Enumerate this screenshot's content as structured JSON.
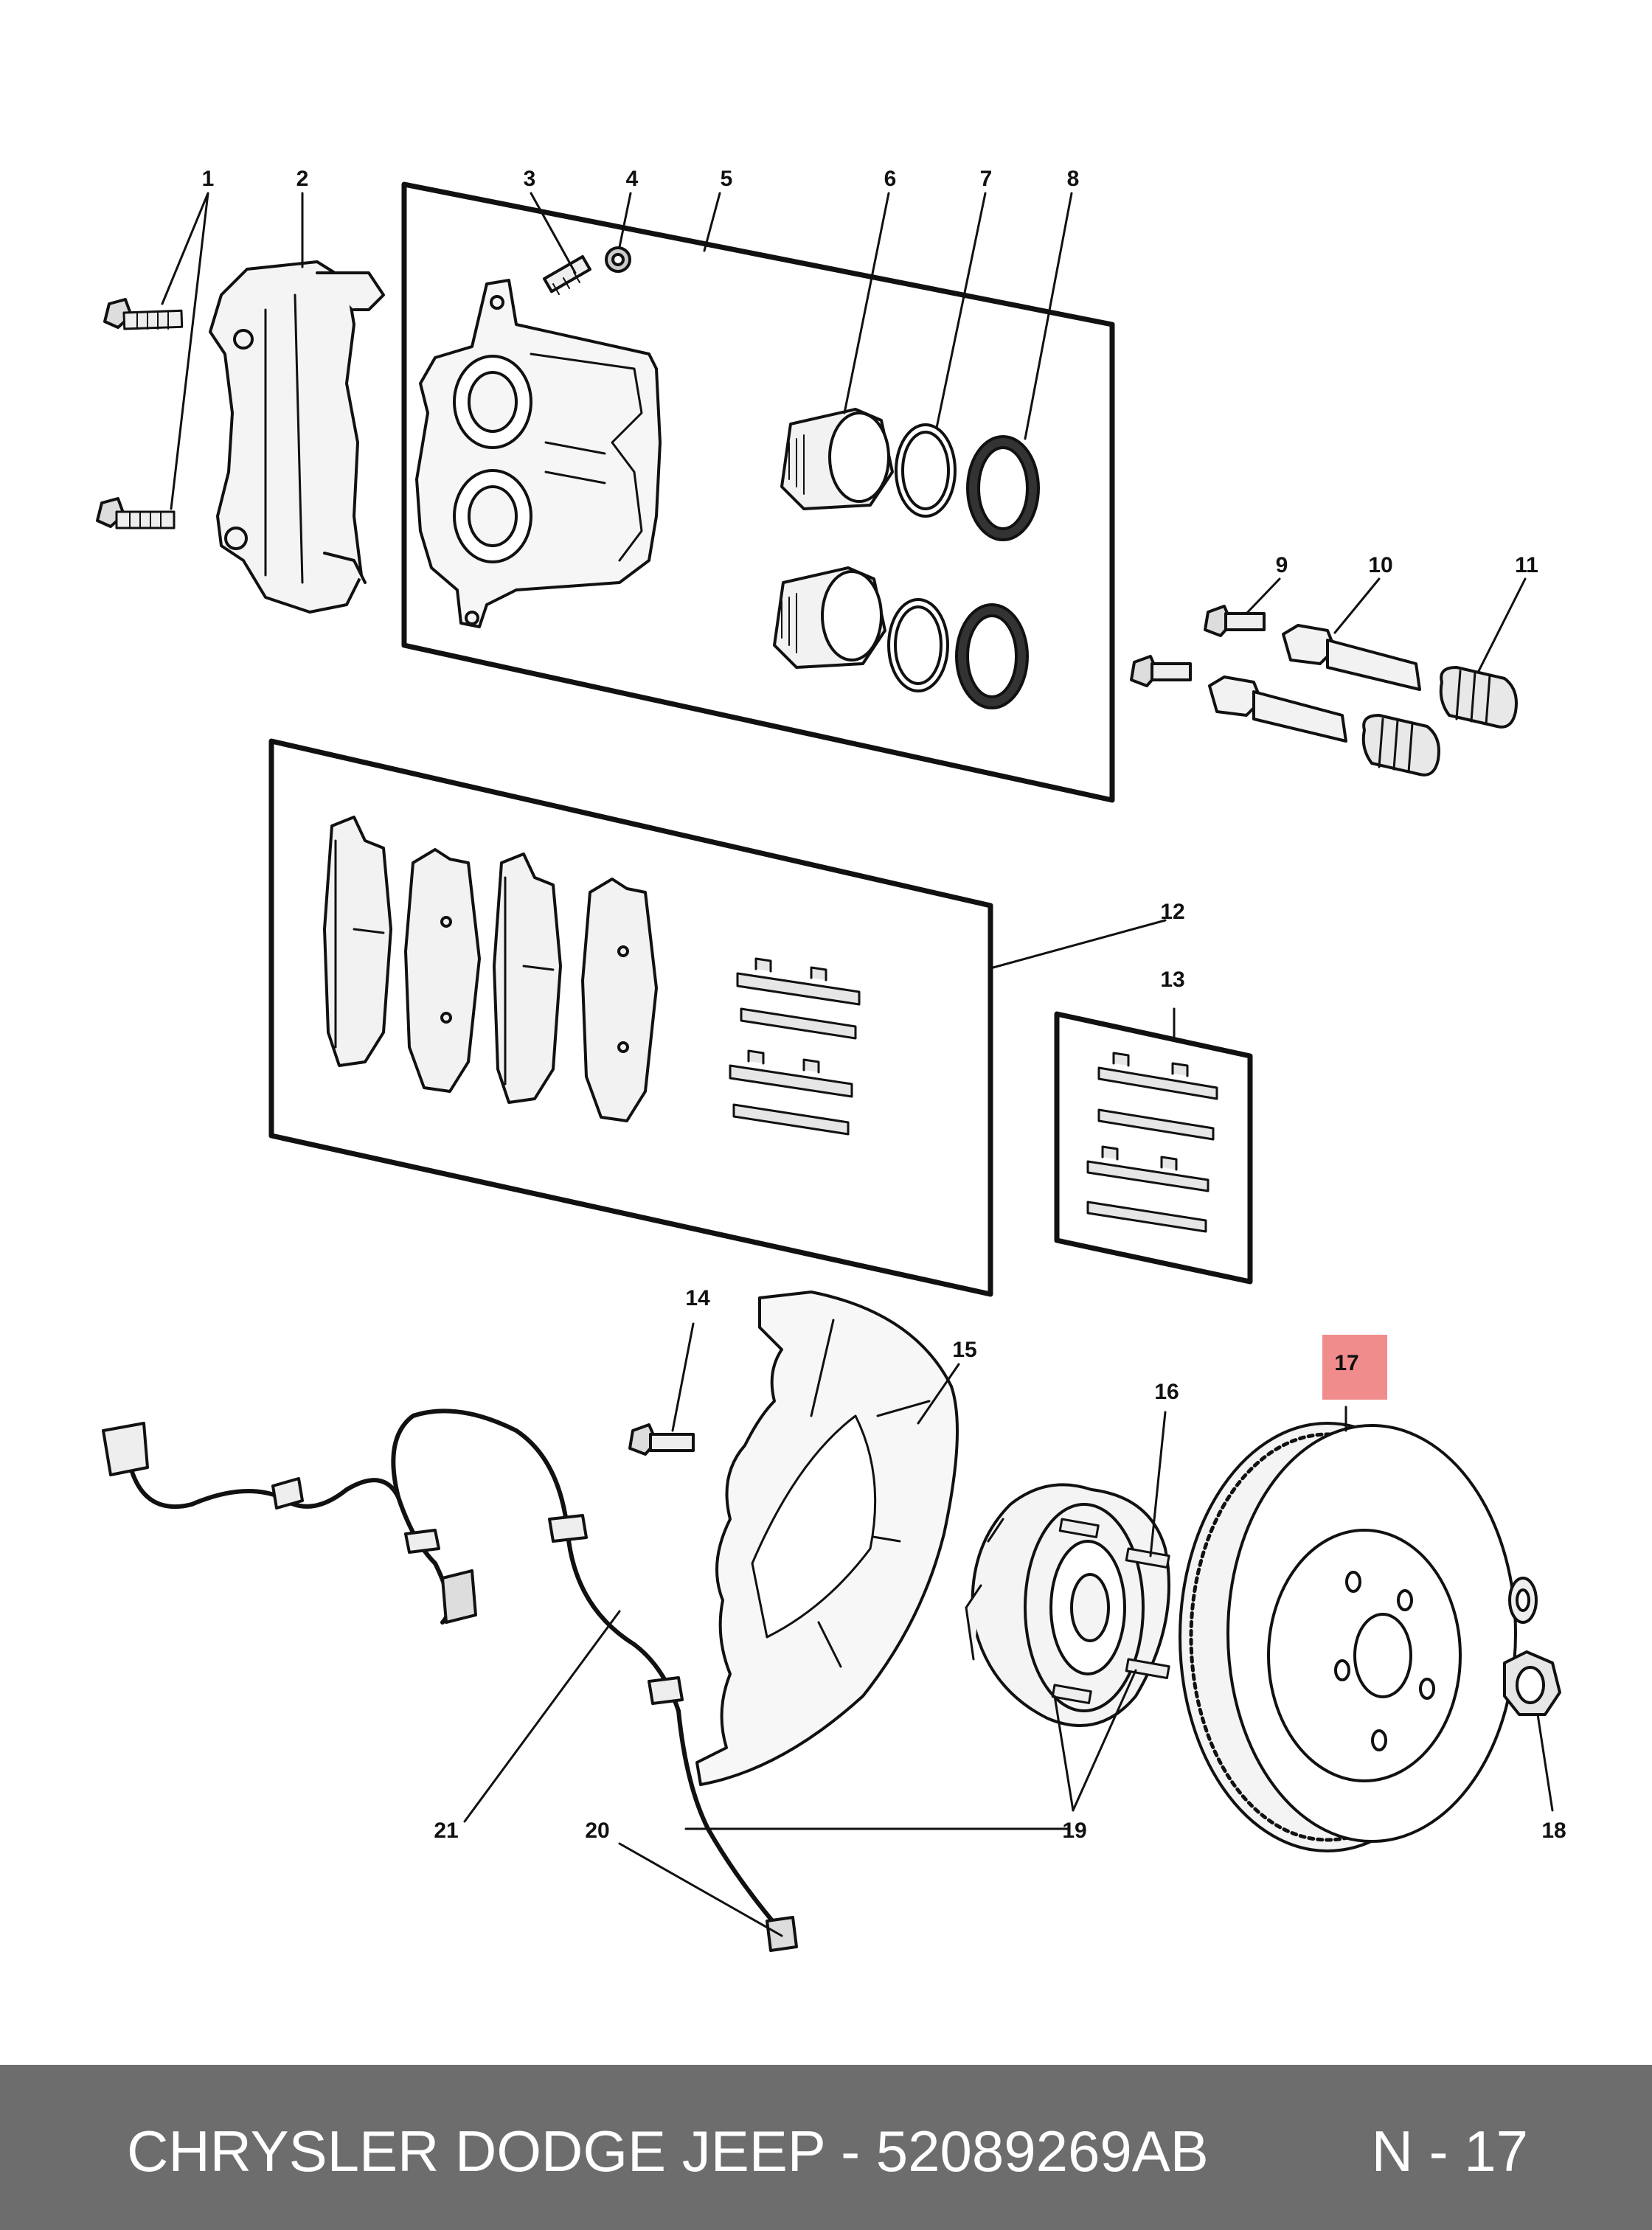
{
  "callouts": [
    "1",
    "2",
    "3",
    "4",
    "5",
    "6",
    "7",
    "8",
    "9",
    "10",
    "11",
    "12",
    "13",
    "14",
    "15",
    "16",
    "17",
    "18",
    "19",
    "20",
    "21"
  ],
  "highlighted_callout": "17",
  "highlight_color": "#f08c8c",
  "footer": {
    "title": "CHRYSLER DODGE JEEP - 52089269AB",
    "page": "N - 17"
  }
}
